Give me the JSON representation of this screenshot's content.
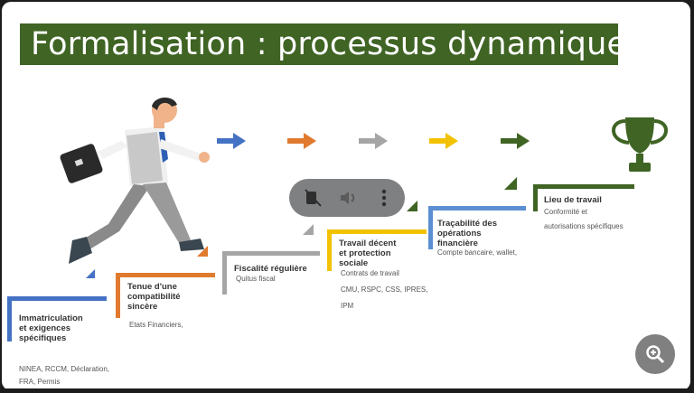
{
  "slide": {
    "title": "Formalisation : processus dynamique",
    "steps": [
      {
        "label": "Immatriculation\net exigences\nspécifiques",
        "desc": "NINEA, RCCM, Déclaration,\nFRA, Permis",
        "color": "#4472c4"
      },
      {
        "label": "Tenue d'une\ncompatibilité\nsincère",
        "desc": "Etats Financiers,",
        "color": "#e07a2e"
      },
      {
        "label": "Fiscalité régulière",
        "desc": "Quitus fiscal",
        "color": "#a5a5a5"
      },
      {
        "label": "Travail décent\net protection\nsociale",
        "desc": "Contrats de travail\n\nCMU, RSPC, CSS, IPRES,\n\nIPM",
        "color": "#f2c200"
      },
      {
        "label": "Traçabilité des\nopérations\nfinancière",
        "desc": "Compte bancaire, wallet,",
        "color": "#5b8fd1"
      },
      {
        "label": "Lieu de travail",
        "desc": "Conformité et\n\nautorisations spécifiques",
        "color": "#3f6424"
      }
    ],
    "arrows": [
      {
        "icon": "arrow-right-icon",
        "color": "#4472c4"
      },
      {
        "icon": "arrow-right-icon",
        "color": "#e07a2e"
      },
      {
        "icon": "arrow-right-icon",
        "color": "#a5a5a5"
      },
      {
        "icon": "arrow-right-icon",
        "color": "#f2c200"
      },
      {
        "icon": "arrow-right-icon",
        "color": "#3f6424"
      }
    ],
    "trophy_icon": "trophy-icon",
    "figure_icon": "running-businessman-illustration"
  },
  "overlay": {
    "mute_icon": "video-off-icon",
    "volume_icon": "volume-icon",
    "more_icon": "more-vertical-icon",
    "zoom_icon": "zoom-in-icon"
  }
}
